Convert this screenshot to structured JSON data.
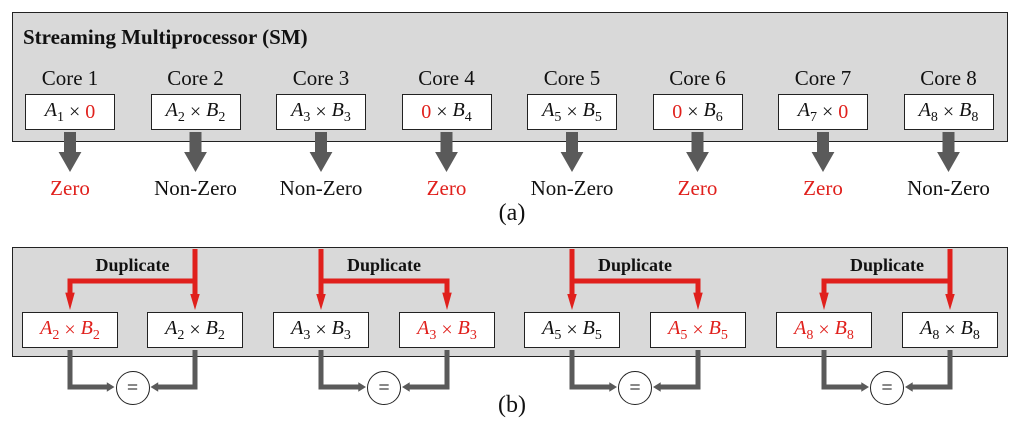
{
  "panel_a": {
    "title": "Streaming Multiprocessor (SM)",
    "cores": [
      {
        "label": "Core 1",
        "a": "A",
        "asub": "1",
        "b": "0",
        "b_zero": true,
        "a_zero": false,
        "result": "Zero",
        "result_zero": true
      },
      {
        "label": "Core 2",
        "a": "A",
        "asub": "2",
        "b": "B",
        "bsub": "2",
        "a_zero": false,
        "b_zero": false,
        "result": "Non-Zero",
        "result_zero": false
      },
      {
        "label": "Core 3",
        "a": "A",
        "asub": "3",
        "b": "B",
        "bsub": "3",
        "a_zero": false,
        "b_zero": false,
        "result": "Non-Zero",
        "result_zero": false
      },
      {
        "label": "Core 4",
        "a": "0",
        "b": "B",
        "bsub": "4",
        "a_zero": true,
        "b_zero": false,
        "result": "Zero",
        "result_zero": true
      },
      {
        "label": "Core 5",
        "a": "A",
        "asub": "5",
        "b": "B",
        "bsub": "5",
        "a_zero": false,
        "b_zero": false,
        "result": "Non-Zero",
        "result_zero": false
      },
      {
        "label": "Core 6",
        "a": "0",
        "b": "B",
        "bsub": "6",
        "a_zero": true,
        "b_zero": false,
        "result": "Zero",
        "result_zero": true
      },
      {
        "label": "Core 7",
        "a": "A",
        "asub": "7",
        "b": "0",
        "a_zero": false,
        "b_zero": true,
        "result": "Zero",
        "result_zero": true
      },
      {
        "label": "Core 8",
        "a": "A",
        "asub": "8",
        "b": "B",
        "bsub": "8",
        "a_zero": false,
        "b_zero": false,
        "result": "Non-Zero",
        "result_zero": false
      }
    ],
    "caption": "(a)"
  },
  "panel_b": {
    "duplicate_label": "Duplicate",
    "groups": [
      {
        "index": "2",
        "duplicate_side": "left"
      },
      {
        "index": "3",
        "duplicate_side": "right"
      },
      {
        "index": "5",
        "duplicate_side": "right"
      },
      {
        "index": "8",
        "duplicate_side": "left"
      }
    ],
    "equal_symbol": "=",
    "caption": "(b)"
  },
  "colors": {
    "accent_red": "#e0201c",
    "arrow_gray": "#5a5a5a",
    "panel_bg": "#d9d9d9"
  }
}
